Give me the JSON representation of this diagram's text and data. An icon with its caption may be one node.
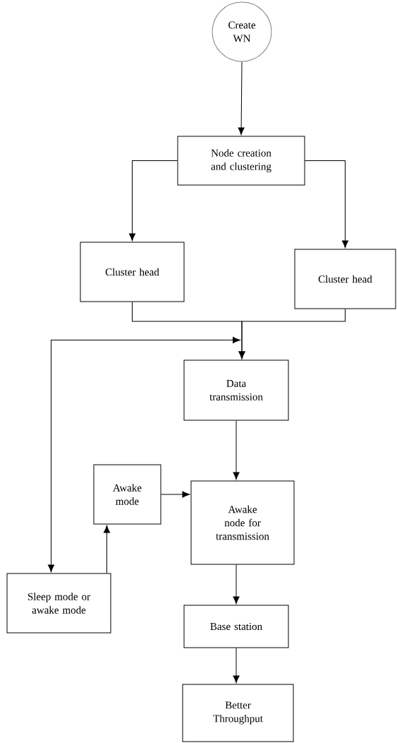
{
  "diagram": {
    "nodes": [
      {
        "text": [
          "Create WN"
        ]
      },
      {
        "text": [
          "Node creation and clustering"
        ]
      },
      {
        "text": [
          "Cluster head"
        ]
      },
      {
        "text": [
          "Cluster head"
        ]
      },
      {
        "text": [
          "Data transmission"
        ]
      },
      {
        "text": [
          "Awake mode"
        ]
      },
      {
        "text": [
          "Awake node for transmission"
        ]
      },
      {
        "text": [
          "Sleep mode or awake mode"
        ]
      },
      {
        "text": [
          "Base station"
        ]
      },
      {
        "text": [
          "Better Throughput"
        ]
      }
    ],
    "edges": [
      {
        "from": 0,
        "to": 1,
        "arrow": "to"
      },
      {
        "from": 1,
        "to": 2,
        "arrow": "to"
      },
      {
        "from": 1,
        "to": 3,
        "arrow": "to"
      },
      {
        "from": 2,
        "to": 4,
        "arrow": "to"
      },
      {
        "from": 3,
        "to": 4,
        "arrow": "to"
      },
      {
        "from": 7,
        "to": 4,
        "arrow": "both"
      },
      {
        "from": 4,
        "to": 6,
        "arrow": "to"
      },
      {
        "from": 5,
        "to": 6,
        "arrow": "to"
      },
      {
        "from": 7,
        "to": 5,
        "arrow": "to"
      },
      {
        "from": 6,
        "to": 8,
        "arrow": "to"
      },
      {
        "from": 8,
        "to": 9,
        "arrow": "to"
      }
    ]
  }
}
